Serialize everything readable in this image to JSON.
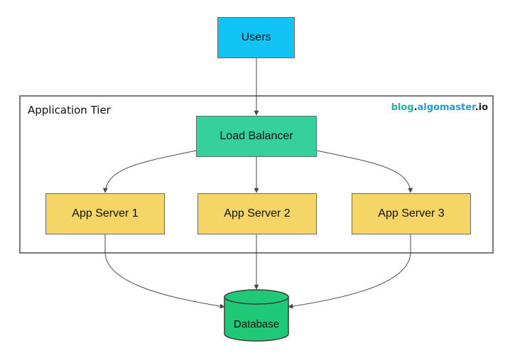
{
  "diagram": {
    "container": {
      "label": "Application Tier"
    },
    "watermark": {
      "part1": "blog",
      "dot1": ".",
      "part2": "algomaster",
      "dot2": ".",
      "part3": "io"
    },
    "nodes": {
      "users": "Users",
      "load_balancer": "Load Balancer",
      "app_servers": [
        "App Server 1",
        "App Server 2",
        "App Server 3"
      ],
      "database": "Database"
    },
    "colors": {
      "users": "#12c3f5",
      "load_balancer": "#35d09b",
      "app_server": "#f5d565",
      "database": "#1fc978",
      "container_border": "#7a7a7a",
      "connector": "#4a4a4a"
    }
  }
}
